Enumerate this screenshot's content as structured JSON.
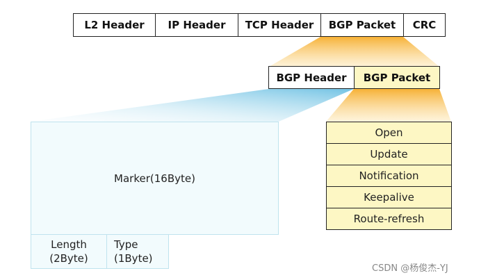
{
  "frame_row": {
    "cells": [
      {
        "label": "L2 Header"
      },
      {
        "label": "IP Header"
      },
      {
        "label": "TCP Header"
      },
      {
        "label": "BGP Packet"
      },
      {
        "label": "CRC"
      }
    ]
  },
  "bgp_row": {
    "header_label": "BGP Header",
    "packet_label": "BGP Packet"
  },
  "header_detail": {
    "marker_label": "Marker(16Byte)",
    "length_line1": "Length",
    "length_line2": "(2Byte)",
    "type_line1": "Type",
    "type_line2": "(1Byte)"
  },
  "message_types": {
    "items": [
      "Open",
      "Update",
      "Notification",
      "Keepalive",
      "Route-refresh"
    ]
  },
  "watermark": {
    "text": "CSDN @杨俊杰-YJ"
  },
  "colors": {
    "packet_fill": "#fdf7c4",
    "orange_glow": "#f7b53a",
    "blue_glow": "#7ac6e4",
    "header_fill": "#f2fbfd"
  }
}
